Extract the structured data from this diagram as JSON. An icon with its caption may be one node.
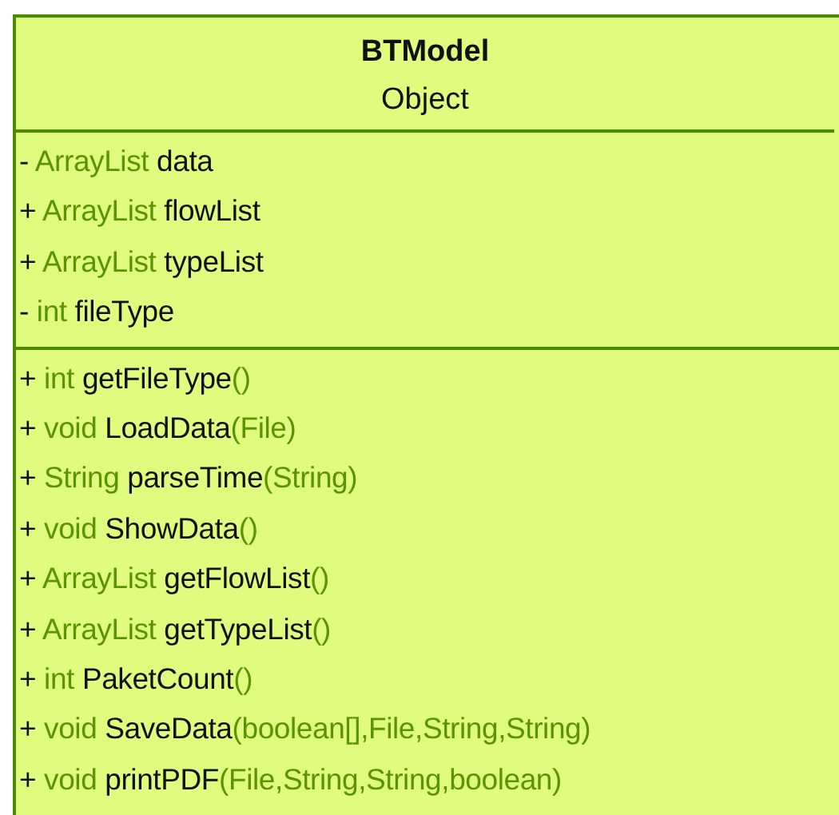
{
  "diagram": {
    "nodes": [
      {
        "text": [
          "BTModel",
          "Object"
        ]
      },
      {
        "text": [
          "- ArrayList data",
          "+ ArrayList flowList",
          "+ ArrayList typeList",
          "- int fileType"
        ],
        "in": 0
      },
      {
        "text": [
          "+ int getFileType()",
          "+ void LoadData(File)",
          "+ String parseTime(String)",
          "+ void ShowData()",
          "+ ArrayList getFlowList()",
          "+ ArrayList getTypeList()",
          "+ int PaketCount()",
          "+ void SaveData(boolean[],File,String,String)",
          "+ void printPDF(File,String,String,boolean)"
        ],
        "in": 0
      }
    ]
  }
}
